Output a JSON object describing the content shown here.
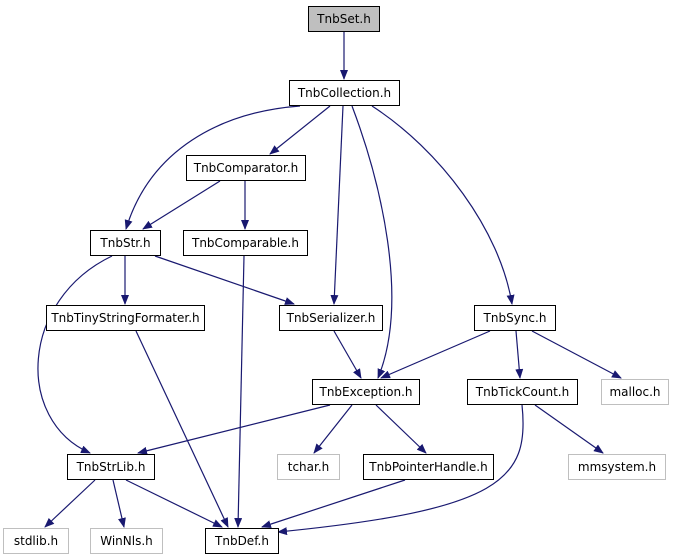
{
  "diagram": {
    "colors": {
      "background": "#ffffff",
      "edge": "#191970",
      "node_border_local": "#000000",
      "node_border_external": "#bfbfbf",
      "node_fill_root": "#bfbfbf",
      "node_fill": "#ffffff"
    },
    "nodes": [
      {
        "id": "TnbSet",
        "label": "TnbSet.h",
        "kind": "root"
      },
      {
        "id": "TnbCollection",
        "label": "TnbCollection.h",
        "kind": "local"
      },
      {
        "id": "TnbComparator",
        "label": "TnbComparator.h",
        "kind": "local"
      },
      {
        "id": "TnbStr",
        "label": "TnbStr.h",
        "kind": "local"
      },
      {
        "id": "TnbComparable",
        "label": "TnbComparable.h",
        "kind": "local"
      },
      {
        "id": "TnbTinyStringFormater",
        "label": "TnbTinyStringFormater.h",
        "kind": "local"
      },
      {
        "id": "TnbSerializer",
        "label": "TnbSerializer.h",
        "kind": "local"
      },
      {
        "id": "TnbSync",
        "label": "TnbSync.h",
        "kind": "local"
      },
      {
        "id": "TnbException",
        "label": "TnbException.h",
        "kind": "local"
      },
      {
        "id": "TnbTickCount",
        "label": "TnbTickCount.h",
        "kind": "local"
      },
      {
        "id": "malloc",
        "label": "malloc.h",
        "kind": "external"
      },
      {
        "id": "TnbStrLib",
        "label": "TnbStrLib.h",
        "kind": "local"
      },
      {
        "id": "tchar",
        "label": "tchar.h",
        "kind": "external"
      },
      {
        "id": "TnbPointerHandle",
        "label": "TnbPointerHandle.h",
        "kind": "local"
      },
      {
        "id": "mmsystem",
        "label": "mmsystem.h",
        "kind": "external"
      },
      {
        "id": "stdlib",
        "label": "stdlib.h",
        "kind": "external"
      },
      {
        "id": "WinNls",
        "label": "WinNls.h",
        "kind": "external"
      },
      {
        "id": "TnbDef",
        "label": "TnbDef.h",
        "kind": "local"
      }
    ],
    "edges": [
      {
        "from": "TnbSet",
        "to": "TnbCollection"
      },
      {
        "from": "TnbCollection",
        "to": "TnbComparator"
      },
      {
        "from": "TnbCollection",
        "to": "TnbStr"
      },
      {
        "from": "TnbCollection",
        "to": "TnbSerializer"
      },
      {
        "from": "TnbCollection",
        "to": "TnbException"
      },
      {
        "from": "TnbCollection",
        "to": "TnbSync"
      },
      {
        "from": "TnbComparator",
        "to": "TnbStr"
      },
      {
        "from": "TnbComparator",
        "to": "TnbComparable"
      },
      {
        "from": "TnbStr",
        "to": "TnbTinyStringFormater"
      },
      {
        "from": "TnbStr",
        "to": "TnbSerializer"
      },
      {
        "from": "TnbStr",
        "to": "TnbStrLib"
      },
      {
        "from": "TnbComparable",
        "to": "TnbDef"
      },
      {
        "from": "TnbTinyStringFormater",
        "to": "TnbDef"
      },
      {
        "from": "TnbSerializer",
        "to": "TnbException"
      },
      {
        "from": "TnbSync",
        "to": "TnbException"
      },
      {
        "from": "TnbSync",
        "to": "TnbTickCount"
      },
      {
        "from": "TnbSync",
        "to": "malloc"
      },
      {
        "from": "TnbException",
        "to": "TnbStrLib"
      },
      {
        "from": "TnbException",
        "to": "tchar"
      },
      {
        "from": "TnbException",
        "to": "TnbPointerHandle"
      },
      {
        "from": "TnbTickCount",
        "to": "mmsystem"
      },
      {
        "from": "TnbTickCount",
        "to": "TnbDef"
      },
      {
        "from": "TnbStrLib",
        "to": "stdlib"
      },
      {
        "from": "TnbStrLib",
        "to": "WinNls"
      },
      {
        "from": "TnbStrLib",
        "to": "TnbDef"
      },
      {
        "from": "TnbPointerHandle",
        "to": "TnbDef"
      }
    ]
  }
}
